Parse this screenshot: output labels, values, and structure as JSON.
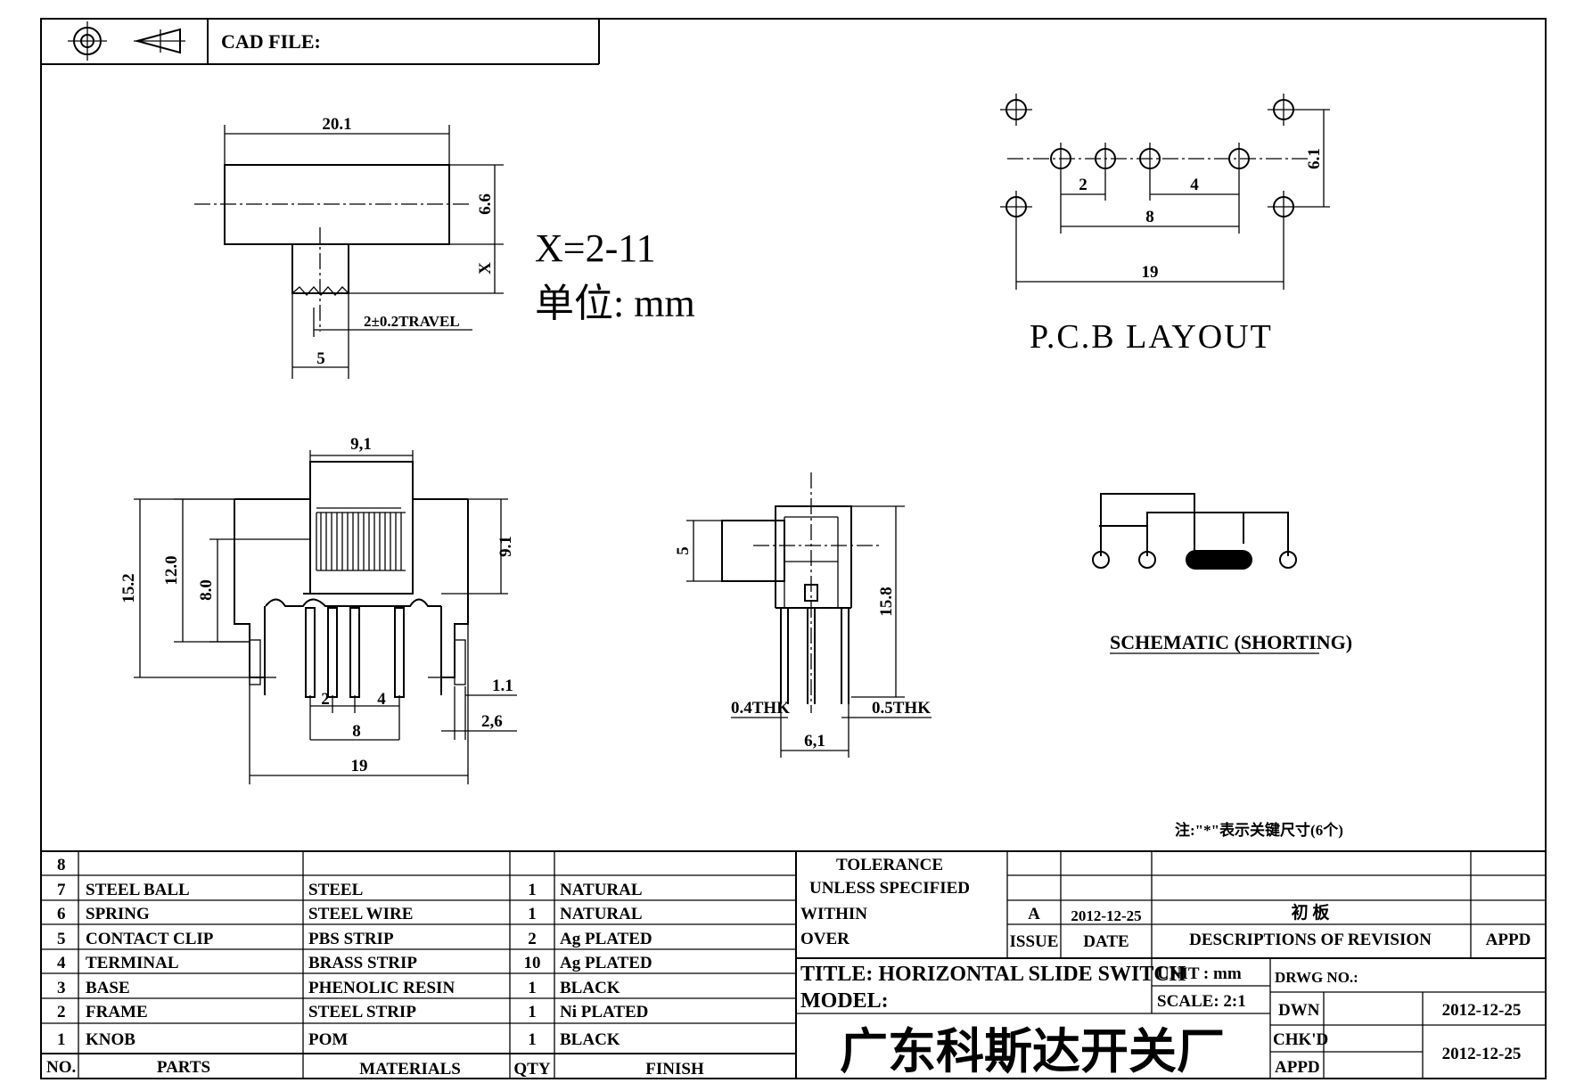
{
  "header": {
    "cad_file_label": "CAD FILE:"
  },
  "side_view": {
    "width_dim": "20.1",
    "height_dim": "6.6",
    "knob_dim": "X",
    "knob_width": "5",
    "travel": "2±0.2TRAVEL"
  },
  "spec": {
    "x_range": "X=2-11",
    "unit": "单位: mm"
  },
  "pcb_layout": {
    "title": "P.C.B LAYOUT",
    "pitch_small": "2",
    "pitch_mid": "4",
    "span_inner": "8",
    "span_outer": "19",
    "row_spacing": "6.1"
  },
  "front_view": {
    "knob_width": "9,1",
    "overall_height": "15.2",
    "body_height": "12.0",
    "frame_height": "8.0",
    "knob_height": "9.1",
    "pitch_small": "2",
    "pitch_mid": "4",
    "span_inner": "8",
    "span_outer": "19",
    "tab_width": "1.1",
    "tab_offset": "2,6"
  },
  "end_view": {
    "knob_height": "5",
    "overall_height": "15.8",
    "left_thk": "0.4THK",
    "right_thk": "0.5THK",
    "width": "6,1"
  },
  "schematic": {
    "label": "SCHEMATIC (SHORTING)"
  },
  "note": "注:\"*\"表示关键尺寸(6个)",
  "bom": {
    "rows": [
      {
        "no": "8",
        "part": "",
        "material": "",
        "qty": "",
        "finish": ""
      },
      {
        "no": "7",
        "part": "STEEL BALL",
        "material": "STEEL",
        "qty": "1",
        "finish": "NATURAL"
      },
      {
        "no": "6",
        "part": "SPRING",
        "material": "STEEL WIRE",
        "qty": "1",
        "finish": "NATURAL"
      },
      {
        "no": "5",
        "part": "CONTACT CLIP",
        "material": "PBS STRIP",
        "qty": "2",
        "finish": "Ag PLATED"
      },
      {
        "no": "4",
        "part": "TERMINAL",
        "material": "BRASS STRIP",
        "qty": "10",
        "finish": "Ag PLATED"
      },
      {
        "no": "3",
        "part": "BASE",
        "material": "PHENOLIC RESIN",
        "qty": "1",
        "finish": "BLACK"
      },
      {
        "no": "2",
        "part": "FRAME",
        "material": "STEEL STRIP",
        "qty": "1",
        "finish": "Ni PLATED"
      },
      {
        "no": "1",
        "part": "KNOB",
        "material": "POM",
        "qty": "1",
        "finish": "BLACK"
      }
    ],
    "headers": {
      "no": "NO.",
      "part": "PARTS",
      "material": "MATERIALS",
      "qty": "QTY",
      "finish": "FINISH"
    }
  },
  "title_block": {
    "tolerance_1": "TOLERANCE",
    "tolerance_2": "UNLESS   SPECIFIED",
    "within": "WITHIN",
    "over": "OVER",
    "rev_letter": "A",
    "rev_date": "2012-12-25",
    "rev_desc": "初 板",
    "issue": "ISSUE",
    "date": "DATE",
    "descriptions": "DESCRIPTIONS  OF  REVISION",
    "appd": "APPD",
    "title": "TITLE: HORIZONTAL  SLIDE  SWITCH",
    "unit": "UNIT : mm",
    "drwg_no": "DRWG  NO.:",
    "model": "MODEL:",
    "scale": "SCALE: 2:1",
    "dwn": "DWN",
    "dwn_date": "2012-12-25",
    "chkd": "CHK'D",
    "appd2": "APPD",
    "chk_date": "2012-12-25",
    "company": "广东科斯达开关厂"
  }
}
